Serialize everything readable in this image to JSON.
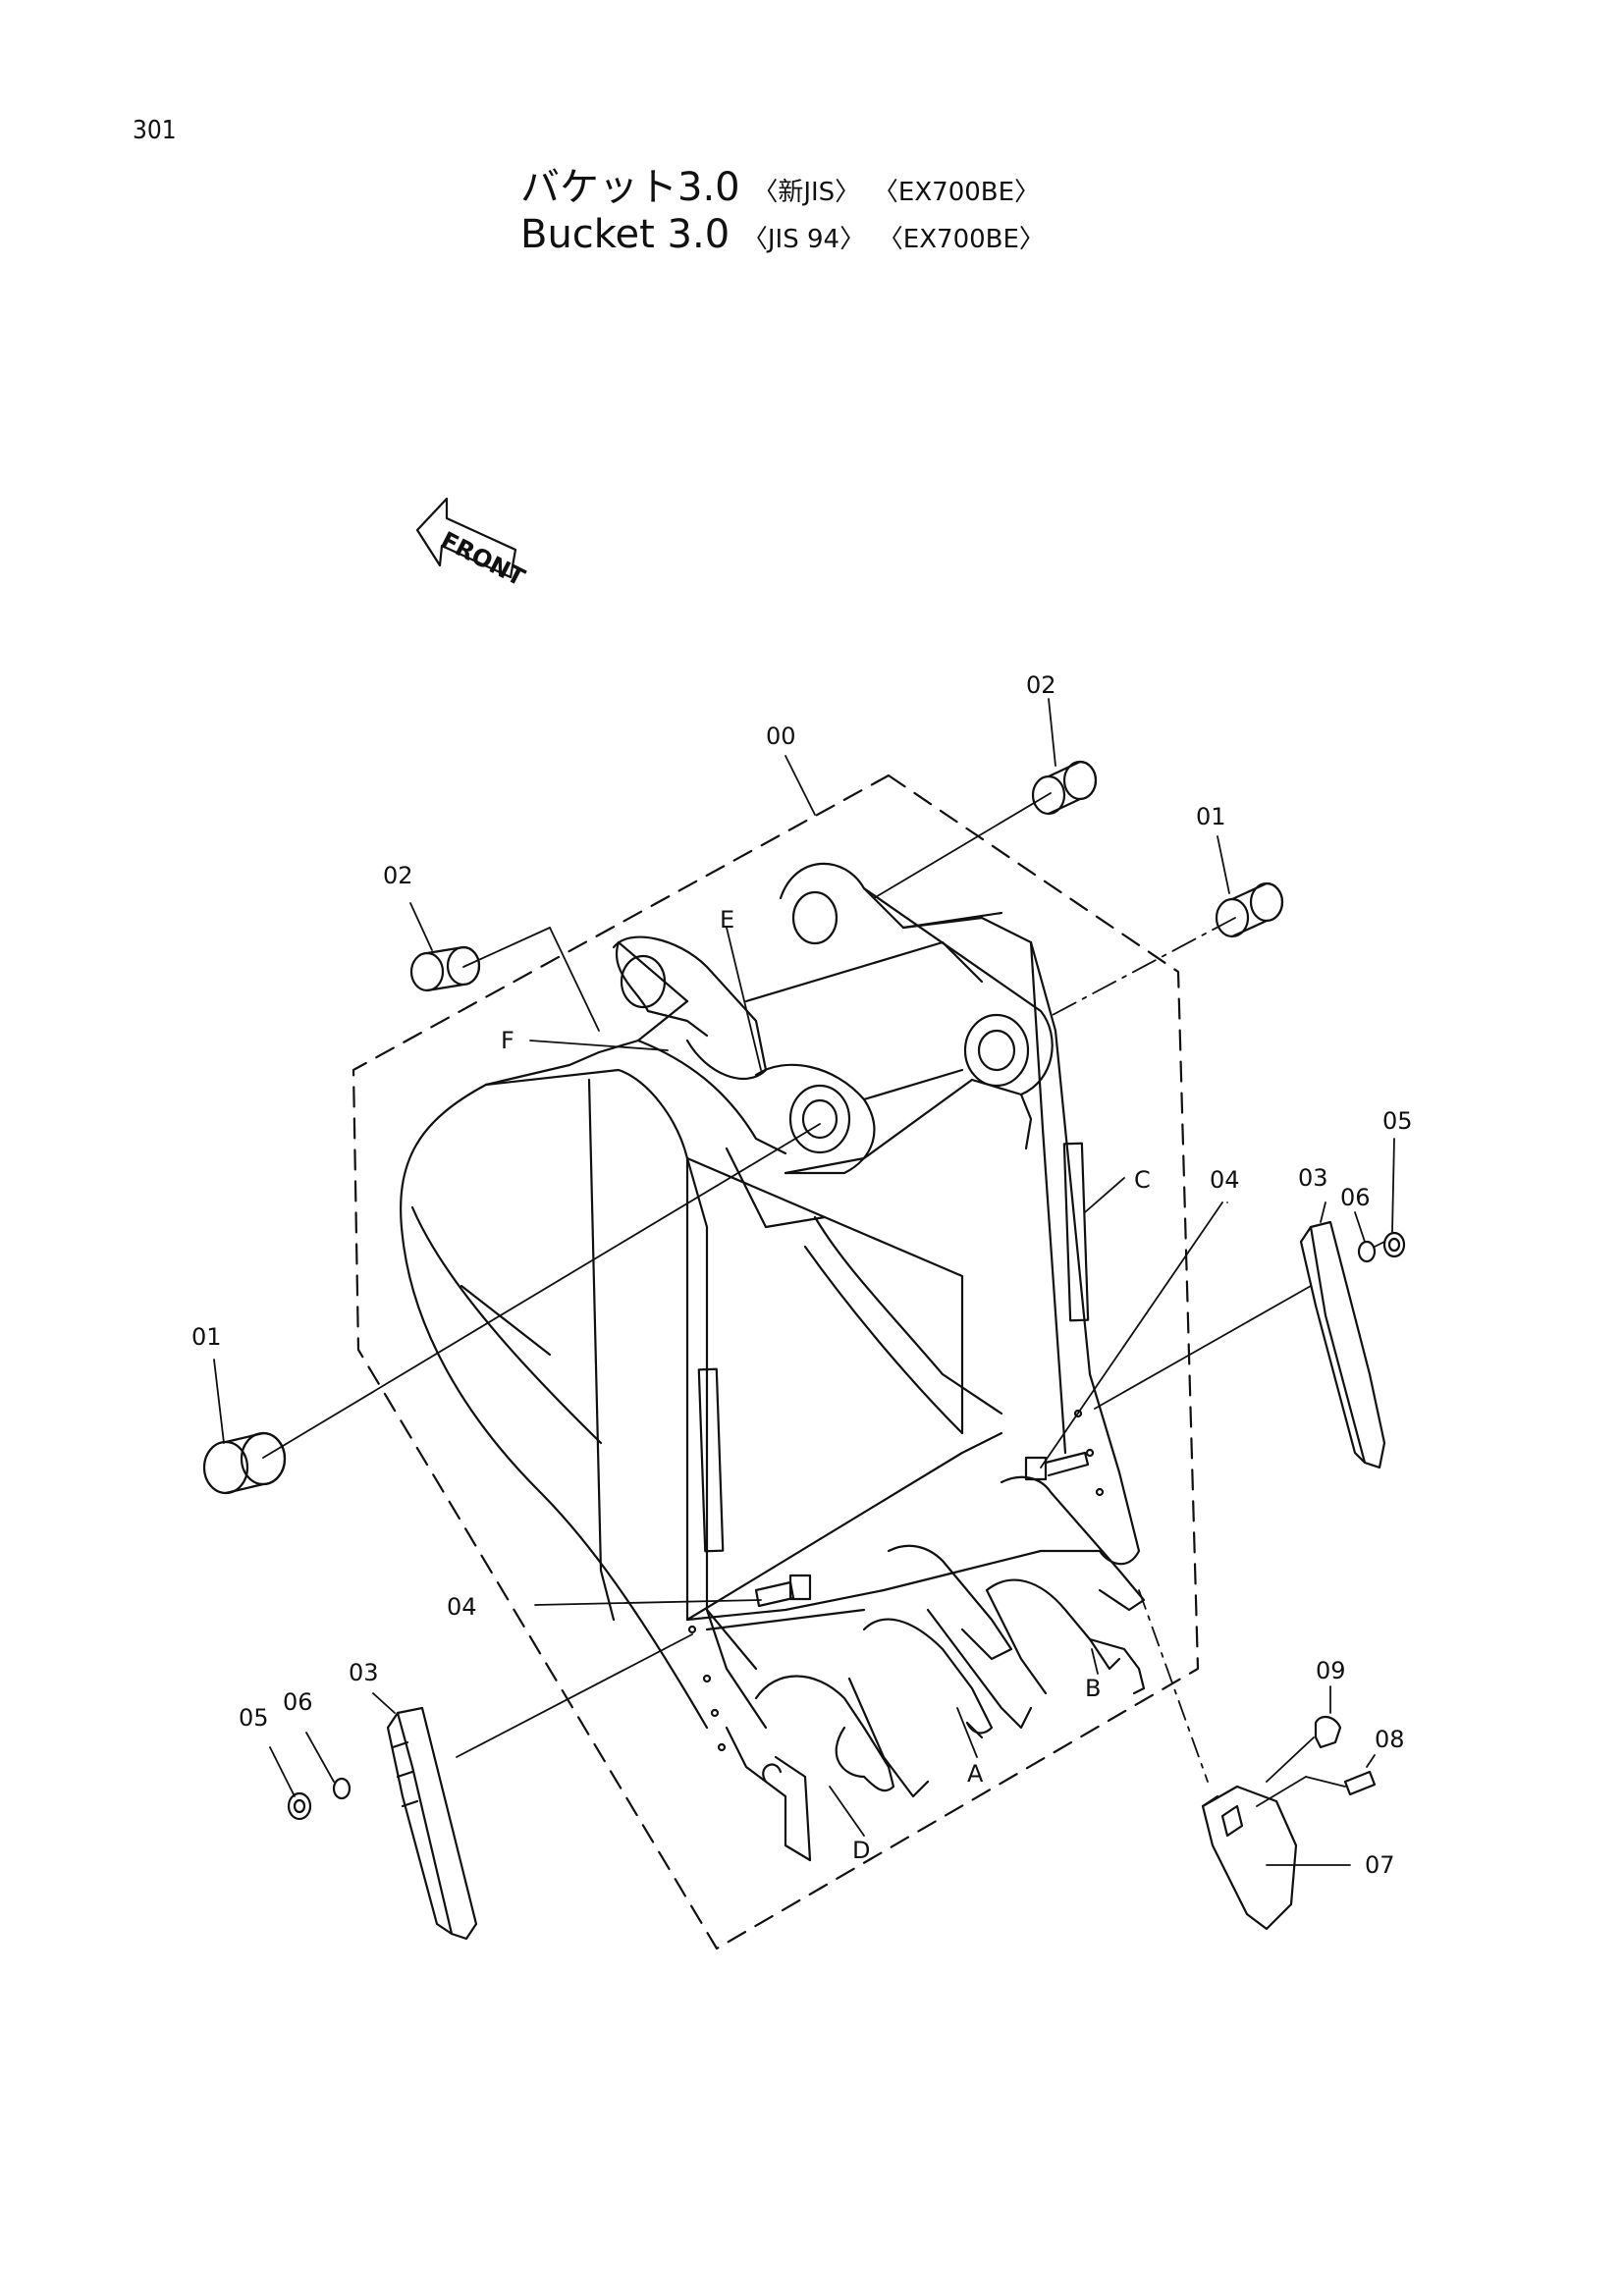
{
  "page_number": "301",
  "title": {
    "japanese": "バケット3.0",
    "jp_tags": [
      "〈新JIS〉",
      "〈EX700BE〉"
    ],
    "english": "Bucket  3.0",
    "en_tags": [
      "〈JIS 94〉",
      "〈EX700BE〉"
    ]
  },
  "front_arrow": "FRONT",
  "callouts": {
    "c00": "00",
    "c01_top": "01",
    "c01_left": "01",
    "c02_top": "02",
    "c02_left": "02",
    "c03_right": "03",
    "c03_left": "03",
    "c04_right": "04",
    "c04_left": "04",
    "c05_right": "05",
    "c05_left": "05",
    "c06_right": "06",
    "c06_left": "06",
    "c07": "07",
    "c08": "08",
    "c09": "09",
    "A": "A",
    "B": "B",
    "C": "C",
    "D": "D",
    "E": "E",
    "F": "F"
  }
}
